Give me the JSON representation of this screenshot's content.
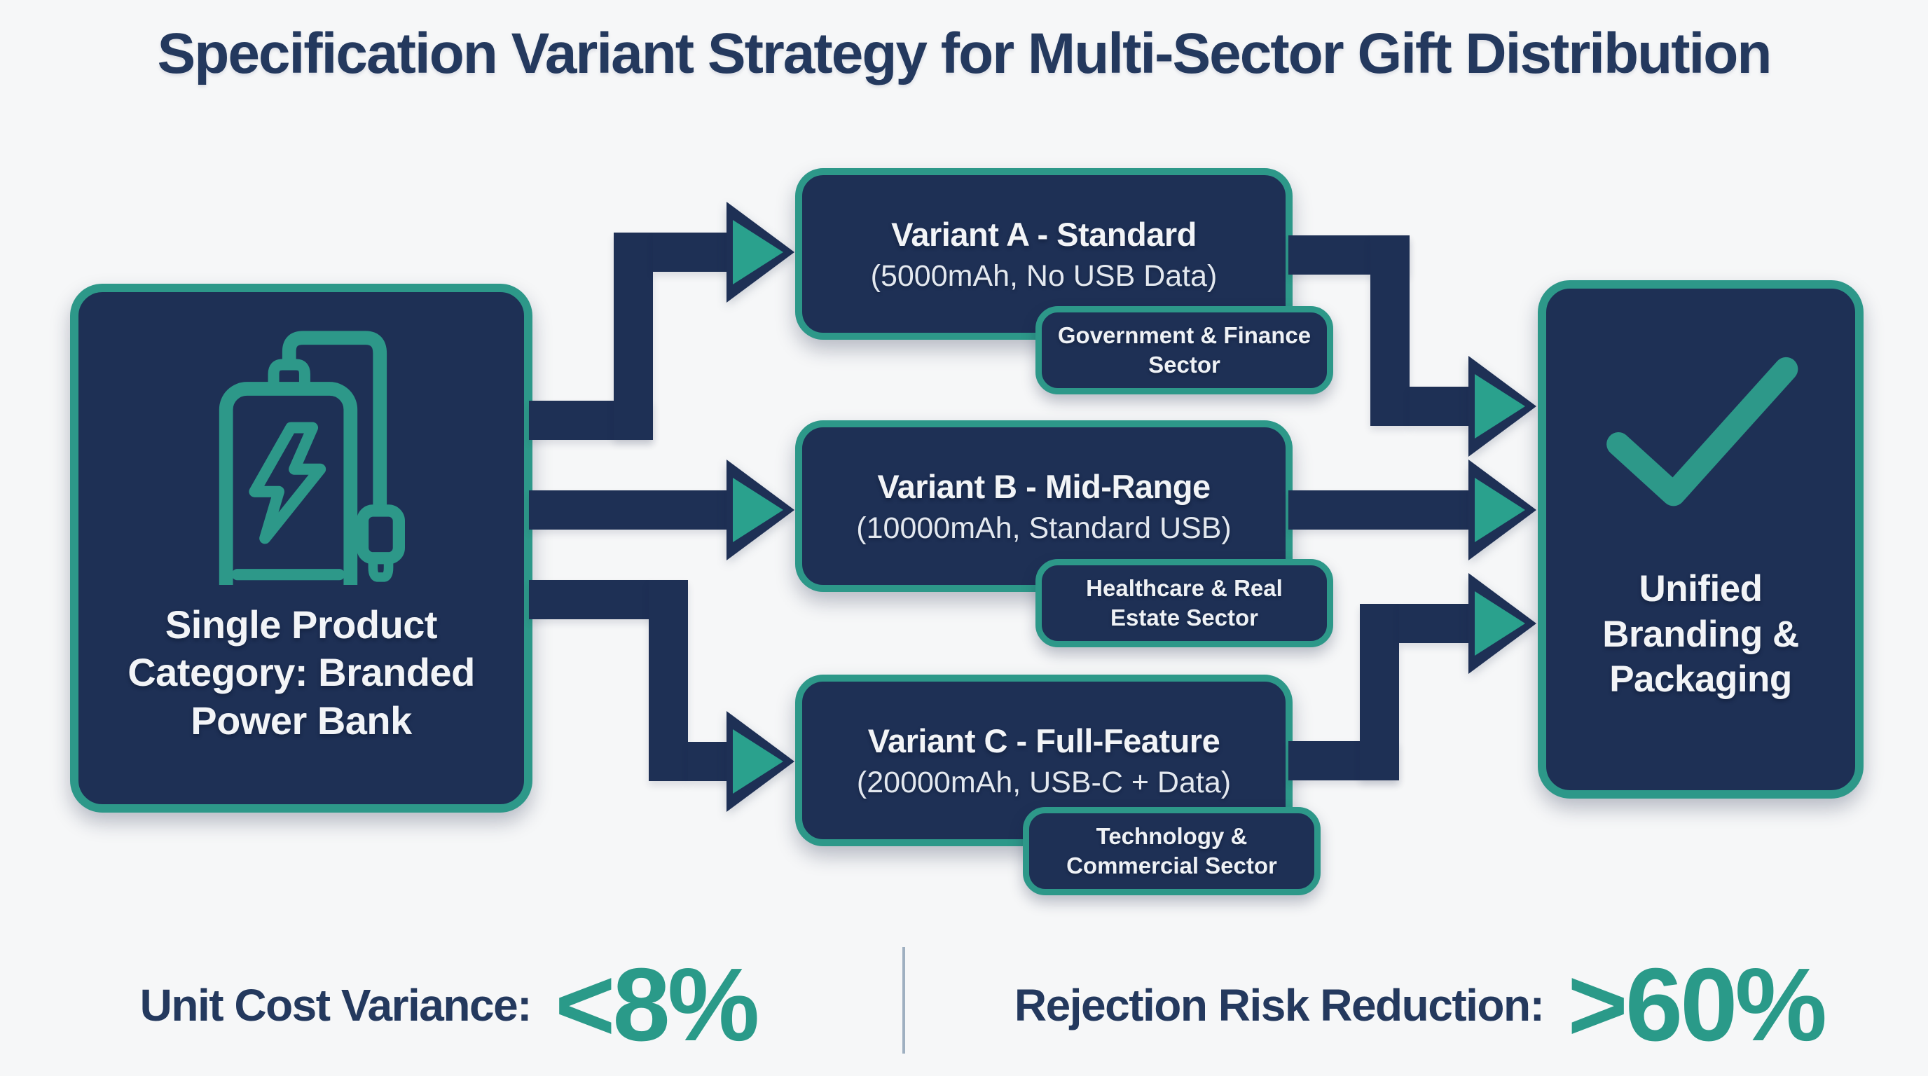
{
  "title": "Specification Variant Strategy for Multi-Sector Gift Distribution",
  "source_box": {
    "label": "Single Product Category: Branded Power Bank",
    "icon": "power-bank-icon"
  },
  "variants": [
    {
      "name": "Variant A - Standard",
      "spec": "(5000mAh, No USB Data)",
      "sector": "Government & Finance Sector"
    },
    {
      "name": "Variant B - Mid-Range",
      "spec": "(10000mAh, Standard USB)",
      "sector": "Healthcare & Real Estate Sector"
    },
    {
      "name": "Variant C - Full-Feature",
      "spec": "(20000mAh, USB-C + Data)",
      "sector": "Technology & Commercial Sector"
    }
  ],
  "outcome_box": {
    "label": "Unified Branding & Packaging",
    "icon": "checkmark-icon"
  },
  "stats": [
    {
      "label": "Unit Cost Variance:",
      "value": "<8%"
    },
    {
      "label": "Rejection Risk Reduction:",
      "value": ">60%"
    }
  ],
  "colors": {
    "background": "#f6f7f8",
    "navy": "#1e3055",
    "title_text": "#24395e",
    "teal": "#2d9889",
    "white_text": "#f2f4f7"
  }
}
